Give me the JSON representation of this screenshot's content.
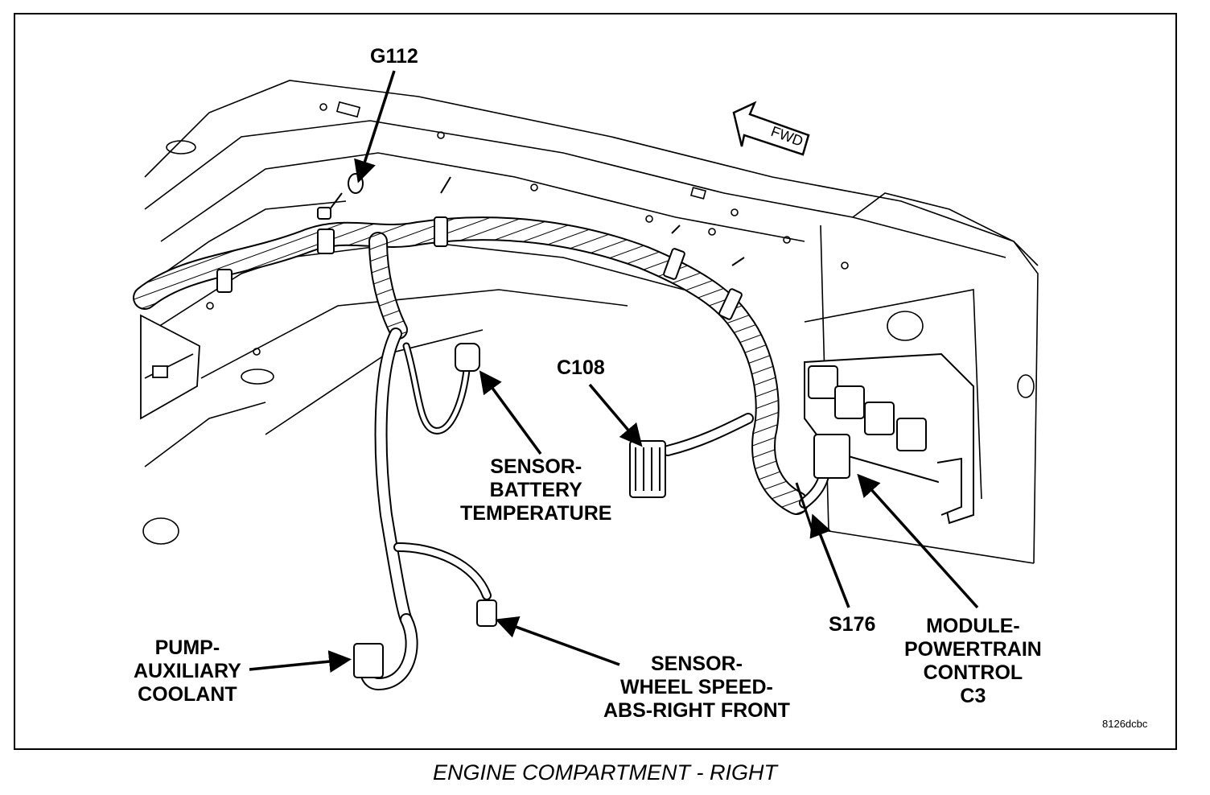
{
  "caption": "ENGINE COMPARTMENT - RIGHT",
  "image_code": "8126dcbc",
  "fwd_label": "FWD",
  "callouts": {
    "g112": "G112",
    "c108": "C108",
    "battery_sensor": [
      "SENSOR-",
      "BATTERY",
      "TEMPERATURE"
    ],
    "s176": "S176",
    "pcm": [
      "MODULE-",
      "POWERTRAIN",
      "CONTROL",
      "C3"
    ],
    "pump": [
      "PUMP-",
      "AUXILIARY",
      "COOLANT"
    ],
    "wheel_sensor": [
      "SENSOR-",
      "WHEEL SPEED-",
      "ABS-RIGHT FRONT"
    ]
  }
}
